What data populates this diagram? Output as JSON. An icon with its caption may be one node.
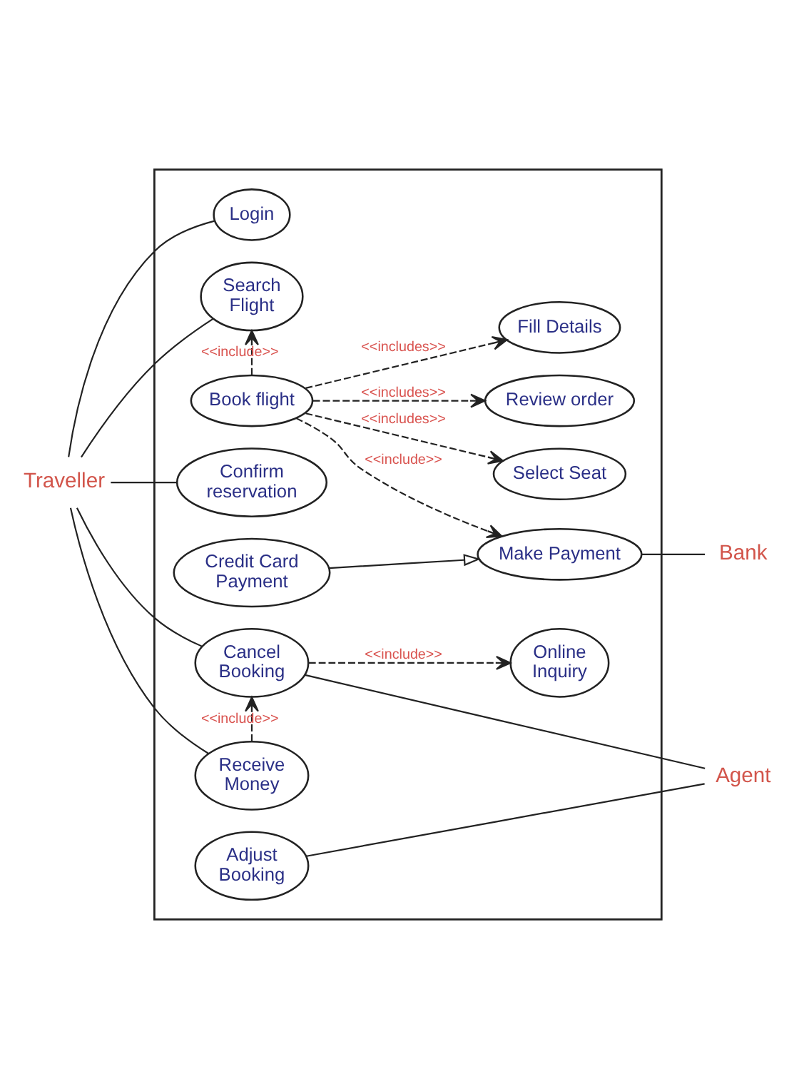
{
  "diagram": {
    "nodes": [
      {
        "text": [],
        "shape": "box"
      },
      {
        "text": [
          "Traveller"
        ]
      },
      {
        "text": [
          "Login"
        ],
        "in": 0
      },
      {
        "text": [
          "Search Flight"
        ],
        "in": 0
      },
      {
        "text": [
          "Book flight"
        ],
        "in": 0
      },
      {
        "text": [
          "Fill Details"
        ],
        "in": 0
      },
      {
        "text": [
          "Select Seat"
        ],
        "in": 0
      },
      {
        "text": [
          "Review order"
        ],
        "in": 0
      },
      {
        "text": [
          "Make Payment"
        ],
        "in": 0
      },
      {
        "text": [
          "Bank"
        ]
      },
      {
        "text": [
          "Confirm reservation"
        ],
        "in": 0
      },
      {
        "text": [
          "Credit Card Payment"
        ],
        "in": 0
      },
      {
        "text": [
          "Cancel Booking"
        ],
        "in": 0
      },
      {
        "text": [
          "Online Inquiry"
        ],
        "in": 0
      },
      {
        "text": [
          "Agent"
        ]
      },
      {
        "text": [
          "Receive Money"
        ],
        "in": 0
      },
      {
        "text": [
          "Adjust Booking"
        ],
        "in": 0
      }
    ],
    "edges": [
      {
        "from": 1,
        "to": 2,
        "arrow": "none"
      },
      {
        "from": 1,
        "to": 3,
        "arrow": "none"
      },
      {
        "from": 4,
        "to": 3,
        "arrow": "to",
        "label": "<<include>>",
        "style": "dashed"
      },
      {
        "from": 4,
        "to": 5,
        "arrow": "to",
        "label": "<<includes>>",
        "style": "dashed"
      },
      {
        "from": 4,
        "to": 6,
        "arrow": "to",
        "label": "<<includes>>",
        "style": "dashed"
      },
      {
        "from": 4,
        "to": 7,
        "arrow": "to",
        "label": "<<includes>>",
        "style": "dashed"
      },
      {
        "from": 4,
        "to": 8,
        "arrow": "to",
        "label": "<<include>>",
        "style": "dashed"
      },
      {
        "from": 8,
        "to": 9,
        "arrow": "none"
      },
      {
        "from": 11,
        "to": 8,
        "arrow": "to"
      },
      {
        "from": 1,
        "to": 10,
        "arrow": "none"
      },
      {
        "from": 1,
        "to": 12,
        "arrow": "none"
      },
      {
        "from": 12,
        "to": 13,
        "arrow": "to",
        "label": "<<include>>",
        "style": "dashed"
      },
      {
        "from": 12,
        "to": 14,
        "arrow": "none"
      },
      {
        "from": 15,
        "to": 12,
        "arrow": "to",
        "label": "<<include>>",
        "style": "dashed"
      },
      {
        "from": 1,
        "to": 15,
        "arrow": "none"
      },
      {
        "from": 16,
        "to": 14,
        "arrow": "none"
      }
    ]
  }
}
